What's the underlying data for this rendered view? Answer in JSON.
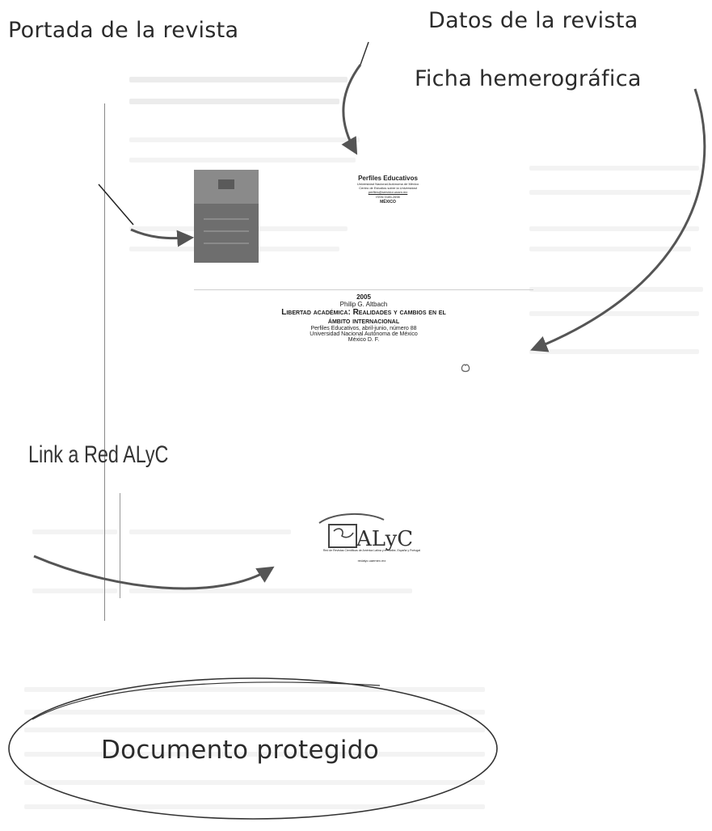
{
  "labels": {
    "portada": "Portada de la revista",
    "datos": "Datos de la revista",
    "ficha": "Ficha hemerográfica",
    "link": "Link a Red ALyC",
    "protegido": "Documento protegido"
  },
  "revista": {
    "name": "Perfiles Educativos",
    "institution": "Universidad Nacional Autónoma de México",
    "centro": "Centro de Estudios sobre la Universidad",
    "email": "perfiles@servidor.unam.mx",
    "issn": "ISSN 0185-2698",
    "country": "MÉXICO"
  },
  "ficha": {
    "year": "2005",
    "author": "Philip G. Altbach",
    "title_line1": "Libertad académica: Realidades y cambios en el",
    "title_line2": "ámbito internacional",
    "source": "Perfiles Educativos, abril-junio, número 88",
    "university": "Universidad Nacional Autónoma de México",
    "city": "México D. F."
  },
  "redalyc": {
    "logo_text": "ALyC",
    "caption": "Red de Revistas Científicas de América Latina y el Caribe, España y Portugal",
    "url": "redalyc.uaemex.mx"
  },
  "icons": [
    "pdf-icon"
  ]
}
